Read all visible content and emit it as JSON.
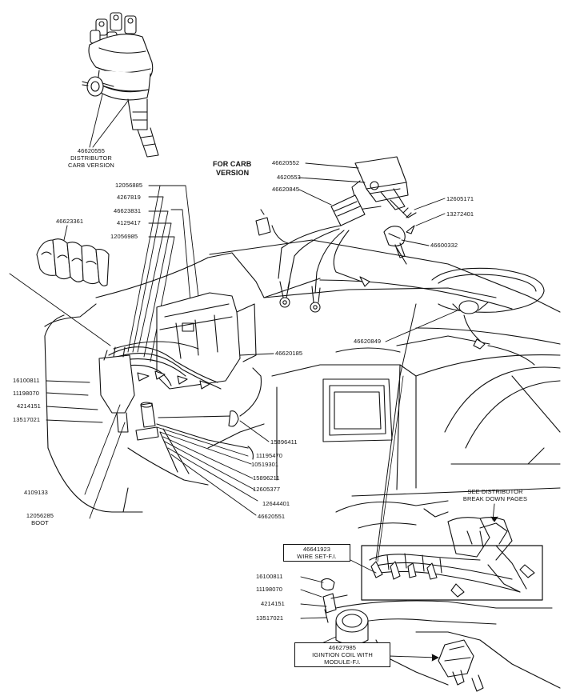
{
  "diagram": {
    "distributor_carb": {
      "part": "46620555",
      "desc_line1": "DISTRIBUTOR",
      "desc_line2": "CARB VERSION"
    },
    "for_carb": {
      "line1": "FOR CARB",
      "line2": "VERSION"
    },
    "carb_parts": {
      "p1": "46620552",
      "p2": "4620553",
      "p3": "46620845",
      "p4": "12605171",
      "p5": "13272401",
      "p6": "46600332",
      "p7": "46620849"
    },
    "upper_left": {
      "a": "12056885",
      "b": "4267819",
      "c": "46623831",
      "d": "4129417",
      "e": "12056985",
      "f": "46623361"
    },
    "engine_parts": {
      "p185": "46620185",
      "p811": "16100811",
      "p070": "11198070",
      "p151": "4214151",
      "p021": "13517021",
      "p411": "15896411",
      "p470": "11195470",
      "p301": "10519301",
      "p211": "15896211",
      "p377": "12605377",
      "p401": "12644401",
      "p551": "46620551",
      "p133": "4109133",
      "boot_part": "12056285",
      "boot_label": "BOOT"
    },
    "fi": {
      "see_line1": "SEE DISTRIBUTOR",
      "see_line2": "BREAK DOWN PAGES",
      "wire_part": "46641923",
      "wire_desc": "WIRE SET-F.I.",
      "p811": "16100811",
      "p070": "11198070",
      "p151": "4214151",
      "p021": "13517021",
      "coil_part": "46627985",
      "coil_line1": "IGINTION COIL WITH",
      "coil_line2": "MODULE-F.I."
    }
  }
}
